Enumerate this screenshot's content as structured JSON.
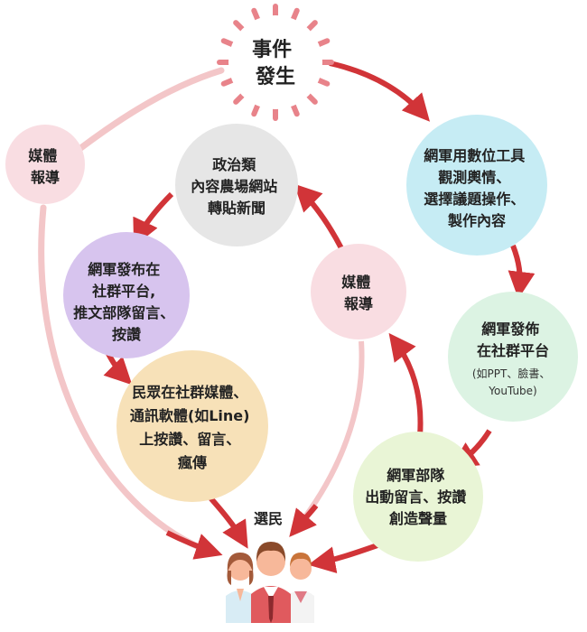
{
  "colors": {
    "arrow_strong": "#d13438",
    "arrow_pale": "#f3c6c8",
    "burst": "#e8838a",
    "event": "#ffffff",
    "media_left": "#f9dde2",
    "political": "#e6e6e6",
    "post_twitter": "#d7c4ee",
    "public_line": "#f7e1b8",
    "tools": "#c6ecf4",
    "media_right": "#f9dde2",
    "publish": "#dcf3e3",
    "mobilize": "#e9f5d6"
  },
  "nodes": {
    "event": {
      "lines": [
        "事件",
        "發生"
      ]
    },
    "media_left": {
      "lines": [
        "媒體",
        "報導"
      ]
    },
    "political": {
      "lines": [
        "政治類",
        "內容農場網站",
        "轉貼新聞"
      ]
    },
    "post_twitter": {
      "lines": [
        "網軍發布在",
        "社群平台,",
        "推文部隊留言、",
        "按讚"
      ]
    },
    "public_line": {
      "lines": [
        "民眾在社群媒體、",
        "通訊軟體(如Line)",
        "上按讚、留言、",
        "瘋傳"
      ]
    },
    "tools": {
      "lines": [
        "網軍用數位工具",
        "觀測輿情、",
        "選擇議題操作、",
        "製作內容"
      ]
    },
    "media_right": {
      "lines": [
        "媒體",
        "報導"
      ]
    },
    "publish": {
      "lines": [
        "網軍發佈",
        "在社群平台"
      ],
      "sub": [
        "(如PPT、臉書、",
        "YouTube)"
      ]
    },
    "mobilize": {
      "lines": [
        "網軍部隊",
        "出動留言、按讚",
        "創造聲量"
      ]
    },
    "voters": {
      "label": "選民",
      "icon": "voters-group-icon"
    }
  }
}
